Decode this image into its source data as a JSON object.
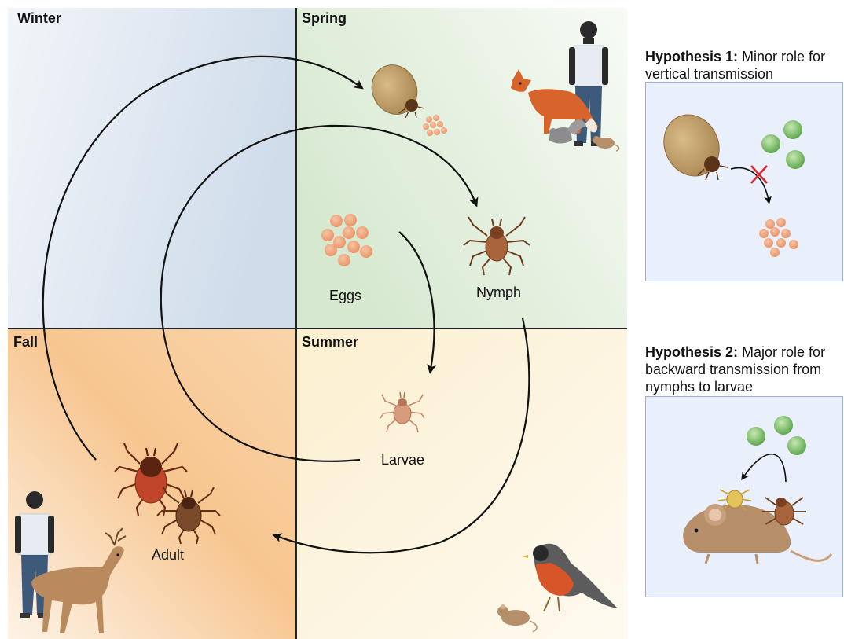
{
  "seasons": {
    "winter": "Winter",
    "spring": "Spring",
    "fall": "Fall",
    "summer": "Summer"
  },
  "stages": {
    "eggs": "Eggs",
    "nymph": "Nymph",
    "larvae": "Larvae",
    "adult": "Adult"
  },
  "hypothesis1": {
    "label": "Hypothesis 1:",
    "text_line1": " Minor role for",
    "text_line2": "vertical transmission"
  },
  "hypothesis2": {
    "label": "Hypothesis 2:",
    "text_line1": " Major role for",
    "text_line2": "backward transmission from",
    "text_line3": "nymphs to larvae"
  },
  "colors": {
    "winter": "#d6e2ef",
    "spring": "#dcebd6",
    "fall": "#f7c890",
    "summer": "#fbecc6",
    "egg": "#f0a57a",
    "pathogen": "#7fbf6a",
    "no_transmission": "#d9262b",
    "hyp_box": "#eaf0fb"
  },
  "icons": [
    "tick-engorged-icon",
    "egg-cluster-icon",
    "tick-nymph-icon",
    "tick-larva-icon",
    "tick-adult-icon",
    "fox-icon",
    "squirrel-icon",
    "mouse-icon",
    "human-icon",
    "deer-icon",
    "robin-icon",
    "pathogen-icon",
    "red-x-icon"
  ]
}
